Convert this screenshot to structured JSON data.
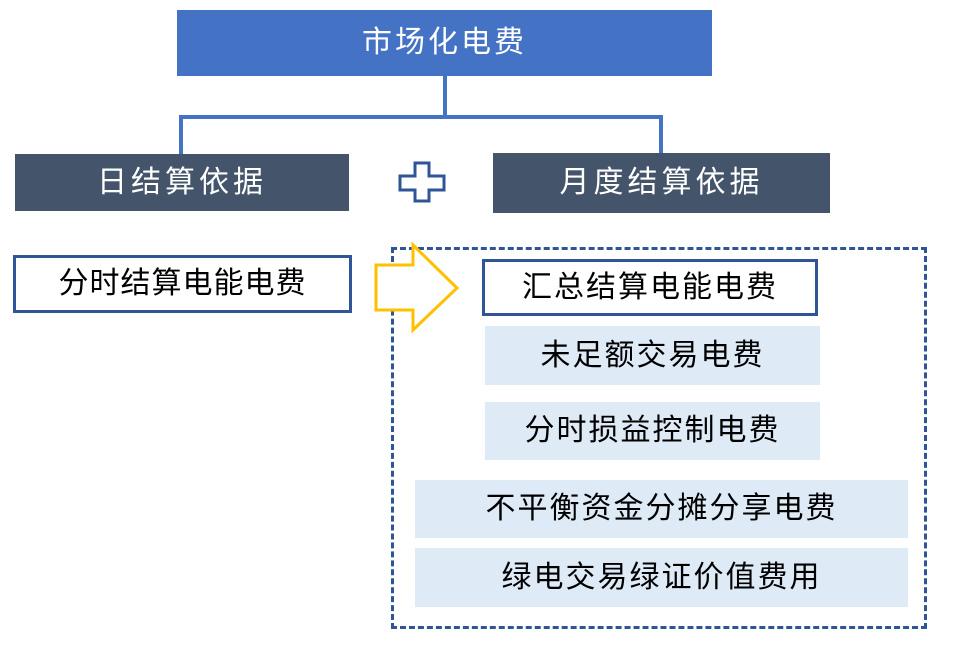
{
  "diagram": {
    "root": {
      "label": "市场化电费"
    },
    "branches": [
      {
        "label": "日结算依据"
      },
      {
        "label": "月度结算依据"
      }
    ],
    "operator": {
      "icon": "plus-icon",
      "meaning": "加"
    },
    "daily_item": {
      "label": "分时结算电能电费"
    },
    "monthly_items": [
      {
        "label": "汇总结算电能电费"
      },
      {
        "label": "未足额交易电费"
      },
      {
        "label": "分时损益控制电费"
      },
      {
        "label": "不平衡资金分摊分享电费"
      },
      {
        "label": "绿电交易绿证价值费用"
      }
    ],
    "colors": {
      "root_fill": "#4472C4",
      "branch_fill": "#44546A",
      "item_fill": "#DEEBF7",
      "outline_navy": "#2F5597",
      "connector_blue": "#4472C4",
      "arrow_gold": "#FFC000",
      "text_light": "#FFFFFF",
      "text_dark": "#000000"
    }
  }
}
